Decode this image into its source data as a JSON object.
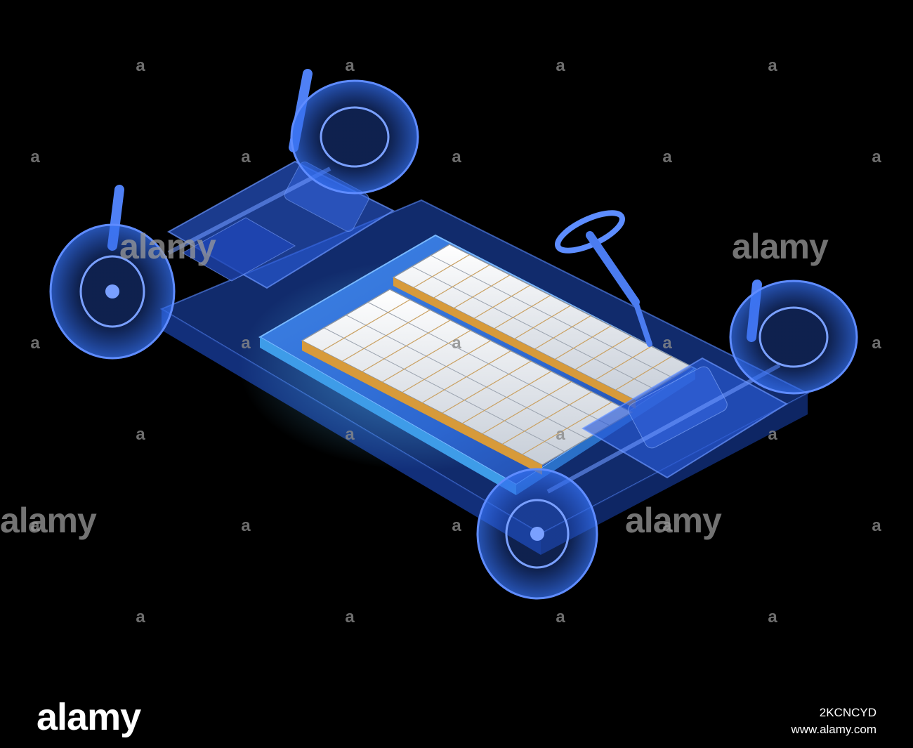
{
  "watermark": {
    "small_mark": "a",
    "big_mark": "alamy"
  },
  "footer": {
    "logo": "alamy",
    "image_id": "2KCNCYD",
    "url": "www.alamy.com"
  },
  "colors": {
    "background": "#000000",
    "xray_blue": "#2a5ad8",
    "xray_light": "#5f8cff",
    "tray_cyan": "#4fc2ff",
    "cell_white": "#e8ecf2",
    "cell_gold": "#d79a3a"
  }
}
